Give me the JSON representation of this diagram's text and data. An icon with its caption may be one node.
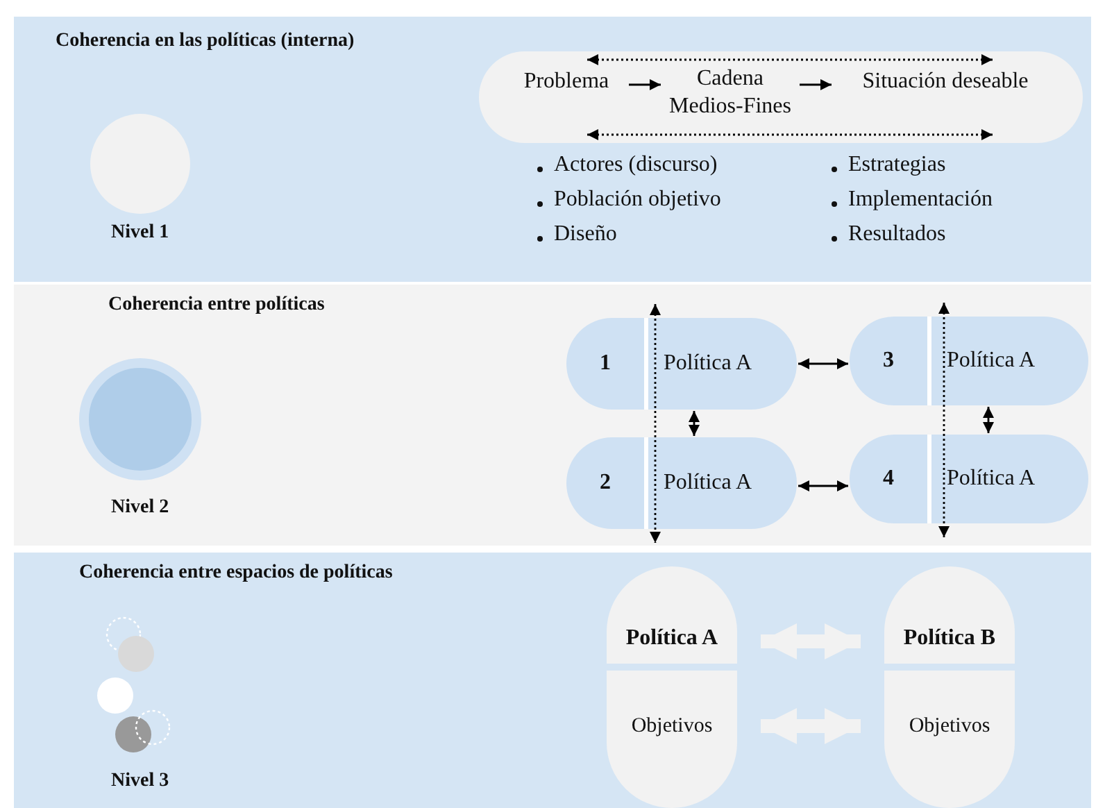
{
  "diagram": {
    "nodes": [
      {
        "text": [
          "Coherencia en las políticas (interna)"
        ]
      },
      {
        "text": [],
        "shape": "circle",
        "in": 0,
        "beside": [
          "Nivel 1"
        ]
      },
      {
        "text": [],
        "shape": "box",
        "in": 0
      },
      {
        "text": [
          "Problema"
        ],
        "in": 2
      },
      {
        "text": [
          "Cadena Medios-Fines"
        ],
        "in": 2
      },
      {
        "text": [
          "Situación deseable"
        ],
        "in": 2
      },
      {
        "text": [
          "Coherencia entre políticas"
        ]
      },
      {
        "text": [],
        "shape": "circle",
        "in": 6,
        "beside": [
          "Nivel 2"
        ]
      },
      {
        "text": [
          "1",
          "Política A"
        ],
        "in": 6
      },
      {
        "text": [
          "2",
          "Política A"
        ],
        "in": 6
      },
      {
        "text": [
          "3",
          "Política A"
        ],
        "in": 6
      },
      {
        "text": [
          "4",
          "Política A"
        ],
        "in": 6
      },
      {
        "text": [
          "Coherencia entre espacios de políticas"
        ]
      },
      {
        "text": [],
        "shape": "circle",
        "in": 12,
        "beside": [
          "Nivel 3"
        ]
      },
      {
        "text": [
          "Política A",
          "Objetivos"
        ],
        "in": 12
      },
      {
        "text": [
          "Política B",
          "Objetivos"
        ],
        "in": 12
      }
    ],
    "edges": [
      {
        "from": 3,
        "to": 4,
        "arrow": "to"
      },
      {
        "from": 4,
        "to": 5,
        "arrow": "to"
      },
      {
        "from": 3,
        "to": 5,
        "arrow": "both",
        "style": "dashed"
      },
      {
        "from": 3,
        "to": 5,
        "arrow": "both",
        "style": "dashed"
      },
      {
        "from": 8,
        "to": 10,
        "arrow": "both"
      },
      {
        "from": 9,
        "to": 11,
        "arrow": "both"
      },
      {
        "from": 8,
        "to": 9,
        "arrow": "both"
      },
      {
        "from": 10,
        "to": 11,
        "arrow": "both"
      },
      {
        "from": 8,
        "to": 9,
        "arrow": "both",
        "style": "dashed"
      },
      {
        "from": 10,
        "to": 11,
        "arrow": "both",
        "style": "dashed"
      },
      {
        "from": 14,
        "to": 15,
        "arrow": "both",
        "style": "thick",
        "color": "#f2f2f2"
      },
      {
        "from": 14,
        "to": 15,
        "arrow": "both",
        "style": "thick",
        "color": "#f2f2f2"
      }
    ],
    "labels": [
      "Actores (discurso)",
      "Estrategias",
      "Población objetivo",
      "Implementación",
      "Diseño",
      "Resultados"
    ]
  }
}
